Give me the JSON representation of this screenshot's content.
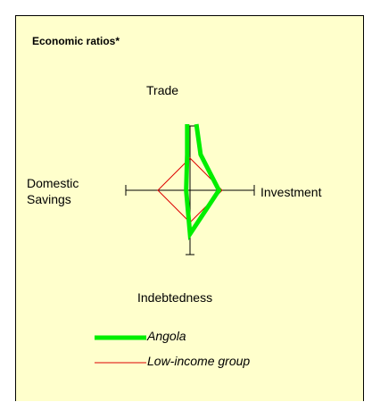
{
  "chart_data": {
    "type": "radar",
    "title": "Economic ratios*",
    "axes": [
      {
        "key": "trade",
        "label": "Trade"
      },
      {
        "key": "investment",
        "label": "Investment"
      },
      {
        "key": "indebtedness",
        "label": "Indebtedness"
      },
      {
        "key": "domestic_savings",
        "label_lines": [
          "Domestic",
          "Savings"
        ]
      }
    ],
    "series": [
      {
        "name": "Angola",
        "color": "#00ee00",
        "values": {
          "trade": 1.0,
          "investment": 0.45,
          "indebtedness": 0.68,
          "domestic_savings": 0.06
        },
        "trade_fork_offset": 0.22
      },
      {
        "name": "Low-income group",
        "color": "#dd0000",
        "values": {
          "trade": 0.5,
          "investment": 0.5,
          "indebtedness": 0.5,
          "domestic_savings": 0.5
        }
      }
    ],
    "legend_position": "bottom"
  }
}
